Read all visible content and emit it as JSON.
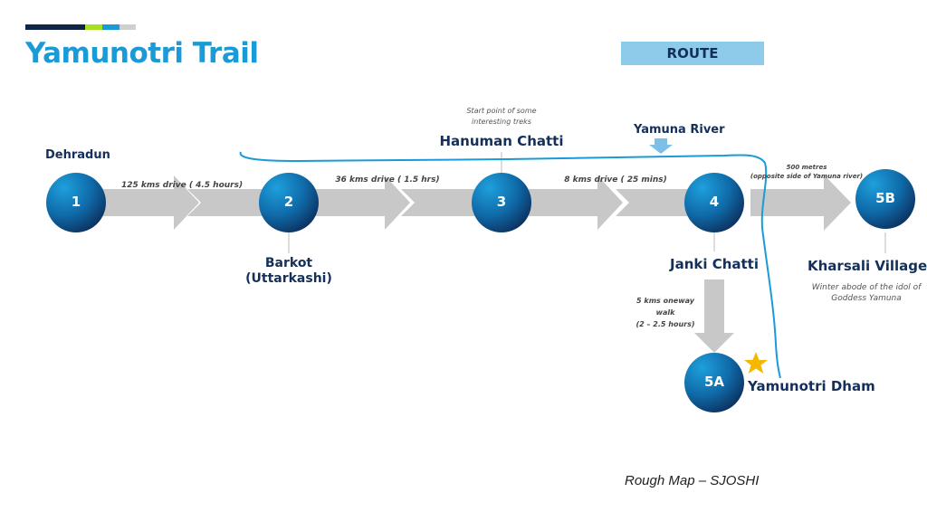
{
  "header": {
    "title": "Yamunotri Trail",
    "accent_colors": [
      "#0f2448",
      "#a6e01e",
      "#1a9ad6",
      "#cfcfcf"
    ],
    "route_label": "ROUTE"
  },
  "nodes": [
    {
      "id": "1",
      "name": "Dehradun",
      "note": ""
    },
    {
      "id": "2",
      "name": "Barkot (Uttarkashi)",
      "name_line1": "Barkot",
      "name_line2": "(Uttarkashi)",
      "note": ""
    },
    {
      "id": "3",
      "name": "Hanuman Chatti",
      "note_line1": "Start point of some",
      "note_line2": "interesting  treks"
    },
    {
      "id": "4",
      "name": "Janki Chatti",
      "note": ""
    },
    {
      "id": "5A",
      "name": "Yamunotri Dham",
      "note": ""
    },
    {
      "id": "5B",
      "name": "Kharsali Village",
      "note_line1": "Winter abode of the idol of",
      "note_line2": "Goddess Yamuna"
    }
  ],
  "legs": [
    {
      "from": "1",
      "to": "2",
      "label": "125 kms  drive  ( 4.5 hours)"
    },
    {
      "from": "2",
      "to": "3",
      "label": "36 kms drive ( 1.5 hrs)"
    },
    {
      "from": "3",
      "to": "4",
      "label": "8 kms drive ( 25 mins)"
    },
    {
      "from": "4",
      "to": "5B",
      "label_line1": "500 metres",
      "label_line2": "(opposite side of Yamuna river)"
    },
    {
      "from": "4",
      "to": "5A",
      "label_line1": "5 kms oneway",
      "label_line2": "walk",
      "label_line3": "(2 – 2.5 hours)"
    }
  ],
  "river": {
    "label": "Yamuna  River",
    "color": "#1a9ad6"
  },
  "colors": {
    "node_light": "#1a8fcf",
    "node_dark": "#0c2d5a",
    "arrow": "#c8c8c8",
    "star": "#f5b800",
    "label": "#14305a"
  },
  "footer": "Rough Map – SJOSHI"
}
